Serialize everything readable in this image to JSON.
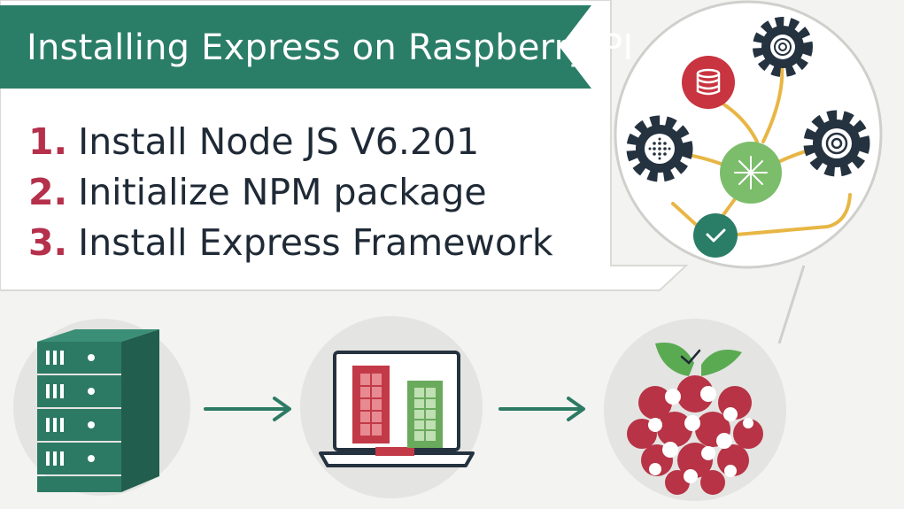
{
  "title": "Installing Express on Raspberry PI",
  "steps": [
    {
      "number": "1.",
      "text": "Install Node JS V6.201"
    },
    {
      "number": "2.",
      "text": "Initialize NPM package"
    },
    {
      "number": "3.",
      "text": "Install Express Framework"
    }
  ],
  "colors": {
    "banner": "#2a7d67",
    "number": "#b5304b",
    "server": "#2d7a64",
    "panel_red": "#c23a47",
    "panel_green": "#6aaa5c",
    "raspberry_leaf": "#5aaa52",
    "raspberry_fruit": "#b73345",
    "gear": "#25323f",
    "database": "#c8343f",
    "hub": "#7cbd6b",
    "check": "#2a7d67",
    "connector": "#e8b645"
  },
  "icons": [
    "server-rack-icon",
    "laptop-icon",
    "raspberry-pi-icon",
    "gear-icon",
    "database-icon",
    "hub-icon",
    "check-icon",
    "arrow-right-icon"
  ]
}
